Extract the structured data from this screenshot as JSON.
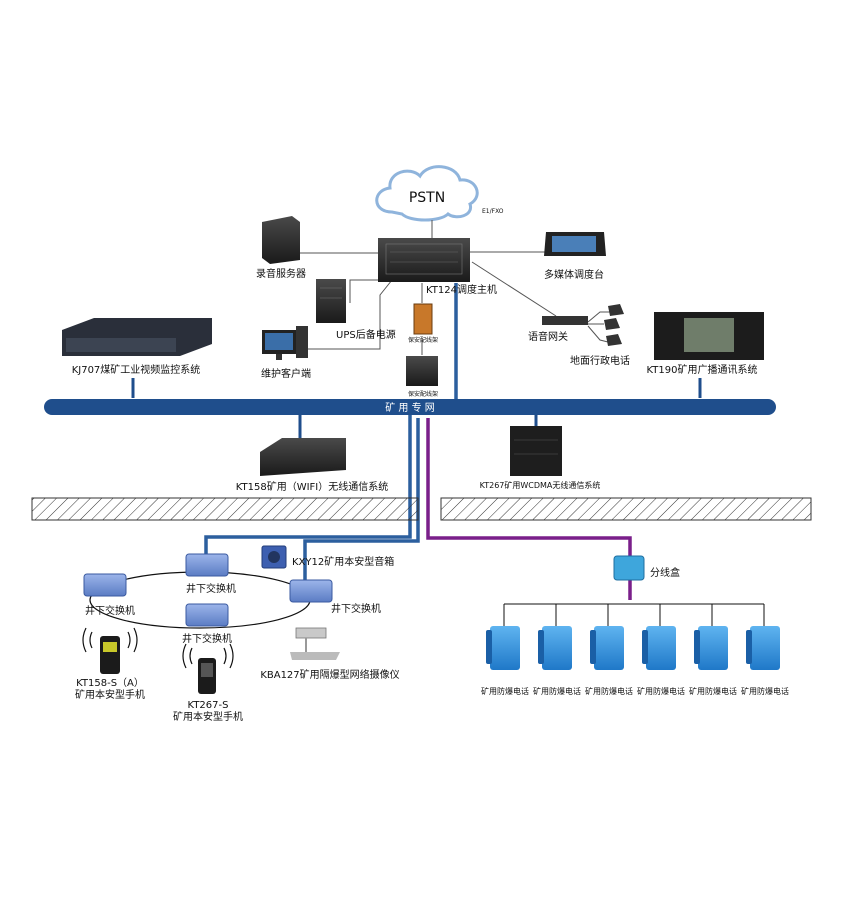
{
  "cloud": {
    "label": "PSTN",
    "link_label": "E1/FXO"
  },
  "core": {
    "host": "KT124调度主机",
    "recorder": "录音服务器",
    "ups": "UPS后备电源",
    "client": "维护客户端",
    "multimedia": "多媒体调度台",
    "voice_gateway": "语音网关",
    "ground_phone": "地面行政电话",
    "distribution_frame_1": "保安配线架",
    "distribution_frame_2": "保安配线架"
  },
  "systems": {
    "video": "KJ707煤矿工业视频监控系统",
    "broadcast": "KT190矿用广播通讯系统",
    "wifi": "KT158矿用（WIFI）无线通信系统",
    "wcdma": "KT267矿用WCDMA无线通信系统"
  },
  "backbone": {
    "label": "矿 用 专 网"
  },
  "underground": {
    "switch_labels": [
      "井下交换机",
      "井下交换机",
      "井下交换机",
      "井下交换机"
    ],
    "speaker": "KXY12矿用本安型音箱",
    "camera": "KBA127矿用隔爆型网络摄像仪",
    "handset_a_model": "KT158-S（A）",
    "handset_a_desc": "矿用本安型手机",
    "handset_b_model": "KT267-S",
    "handset_b_desc": "矿用本安型手机",
    "junction_box": "分线盒",
    "phones": [
      "矿用防爆电话",
      "矿用防爆电话",
      "矿用防爆电话",
      "矿用防爆电话",
      "矿用防爆电话",
      "矿用防爆电话"
    ]
  },
  "colors": {
    "backbone": "#1f4e8c",
    "cable_blue": "#2c5f9e",
    "cable_purple": "#7a1f8a",
    "device_dark": "#2a2a2a",
    "switch_blue": "#6f8fd0",
    "phone_blue": "#2f8fd8"
  }
}
